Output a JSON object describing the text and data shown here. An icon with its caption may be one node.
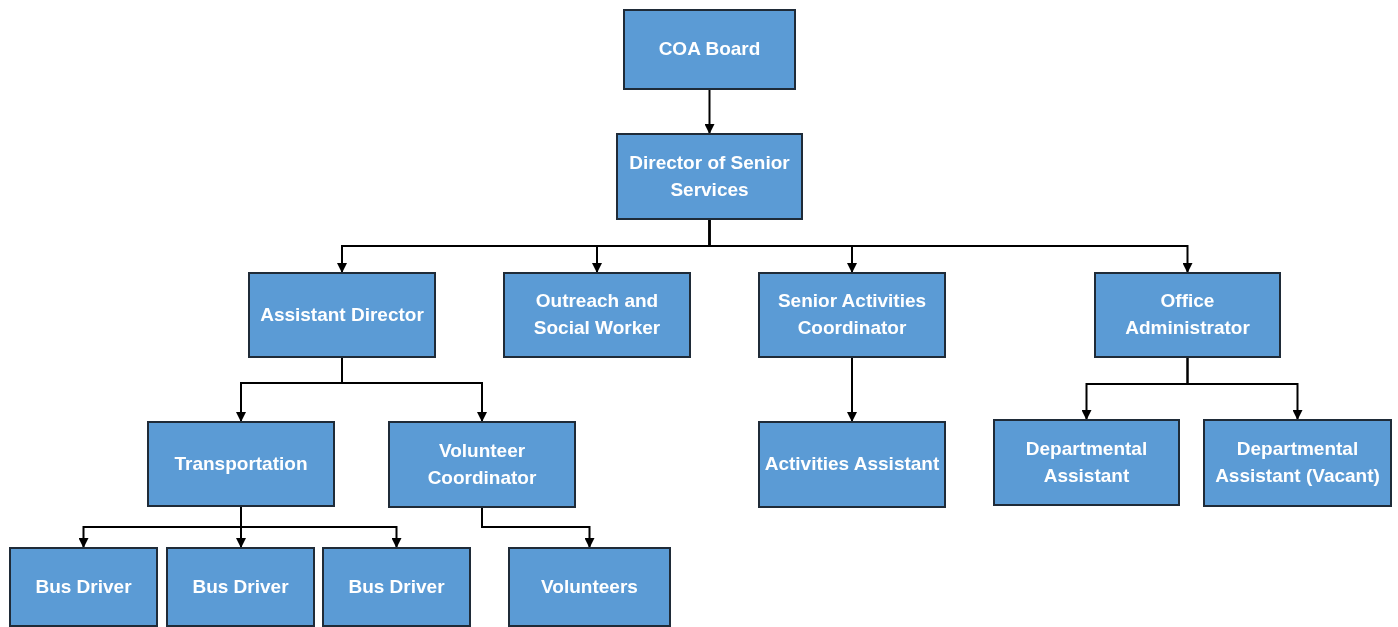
{
  "diagram": {
    "nodes": [
      {
        "text": [
          "COA Board"
        ]
      },
      {
        "text": [
          "Director of Senior Services"
        ]
      },
      {
        "text": [
          "Assistant Director"
        ]
      },
      {
        "text": [
          "Outreach and Social Worker"
        ]
      },
      {
        "text": [
          "Senior Activities Coordinator"
        ]
      },
      {
        "text": [
          "Office Administrator"
        ]
      },
      {
        "text": [
          "Transportation"
        ]
      },
      {
        "text": [
          "Volunteer Coordinator"
        ]
      },
      {
        "text": [
          "Activities Assistant"
        ]
      },
      {
        "text": [
          "Departmental Assistant"
        ]
      },
      {
        "text": [
          "Departmental Assistant (Vacant)"
        ]
      },
      {
        "text": [
          "Bus Driver"
        ]
      },
      {
        "text": [
          "Bus Driver"
        ]
      },
      {
        "text": [
          "Bus Driver"
        ]
      },
      {
        "text": [
          "Volunteers"
        ]
      }
    ],
    "edges": [
      {
        "from": 0,
        "to": 1,
        "arrow": "to"
      },
      {
        "from": 1,
        "to": 2,
        "arrow": "to"
      },
      {
        "from": 1,
        "to": 3,
        "arrow": "to"
      },
      {
        "from": 1,
        "to": 4,
        "arrow": "to"
      },
      {
        "from": 1,
        "to": 5,
        "arrow": "to"
      },
      {
        "from": 2,
        "to": 6,
        "arrow": "to"
      },
      {
        "from": 2,
        "to": 7,
        "arrow": "to"
      },
      {
        "from": 4,
        "to": 8,
        "arrow": "to"
      },
      {
        "from": 5,
        "to": 9,
        "arrow": "to"
      },
      {
        "from": 5,
        "to": 10,
        "arrow": "to"
      },
      {
        "from": 6,
        "to": 11,
        "arrow": "to"
      },
      {
        "from": 6,
        "to": 12,
        "arrow": "to"
      },
      {
        "from": 6,
        "to": 13,
        "arrow": "to"
      },
      {
        "from": 7,
        "to": 14,
        "arrow": "to"
      }
    ]
  }
}
